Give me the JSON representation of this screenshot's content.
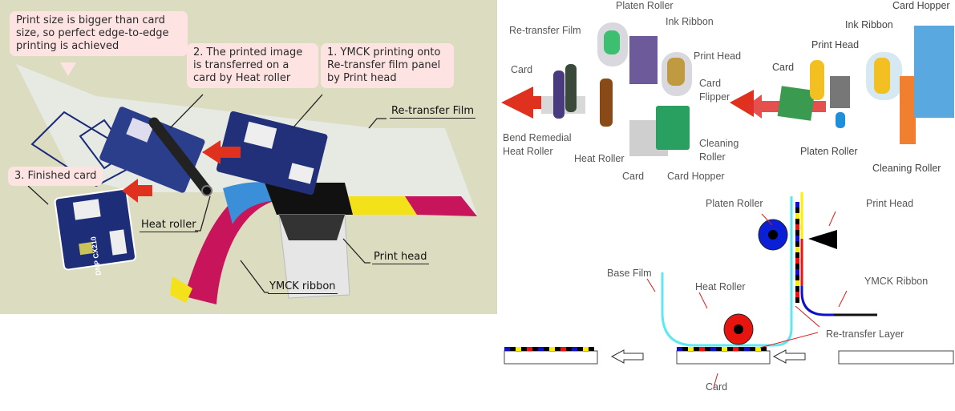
{
  "left_diagram": {
    "callouts": {
      "print_size": "Print size is bigger than card size, so perfect edge-to-edge printing is achieved",
      "step2": "2. The printed image is transferred on a card by Heat roller",
      "step1": "1. YMCK printing onto Re-transfer film panel by Print head",
      "step3": "3. Finished card"
    },
    "labels": {
      "retransfer_film": "Re-transfer Film",
      "heat_roller": "Heat roller",
      "print_head": "Print head",
      "ymck_ribbon": "YMCK ribbon"
    },
    "card_text": "DNP CX210",
    "colors": {
      "background": "#dcdcc0",
      "yellow": "#f3e21a",
      "magenta": "#c8145a",
      "cyan": "#3a8fd8",
      "black": "#111111",
      "arrow": "#e0301e"
    }
  },
  "exploded_left": {
    "labels": {
      "platen_roller": "Platen Roller",
      "ink_ribbon": "Ink Ribbon",
      "retransfer_film": "Re-transfer Film",
      "print_head": "Print Head",
      "card_top": "Card",
      "card_flipper_1": "Card",
      "card_flipper_2": "Flipper",
      "bend_1": "Bend Remedial",
      "bend_2": "Heat Roller",
      "heat_roller": "Heat Roller",
      "cleaning_1": "Cleaning",
      "cleaning_2": "Roller",
      "card_bottom": "Card",
      "card_hopper": "Card Hopper"
    }
  },
  "exploded_right": {
    "labels": {
      "card_hopper": "Card Hopper",
      "ink_ribbon": "Ink Ribbon",
      "print_head": "Print Head",
      "card": "Card",
      "platen_roller": "Platen Roller",
      "cleaning_roller": "Cleaning Roller"
    }
  },
  "schematic": {
    "labels": {
      "platen_roller": "Platen Roller",
      "print_head": "Print Head",
      "base_film": "Base Film",
      "heat_roller": "Heat Roller",
      "ymck_ribbon": "YMCK Ribbon",
      "retransfer_layer": "Re-transfer Layer",
      "card": "Card"
    },
    "colors": {
      "platen": "#0a1fd6",
      "heat": "#e8140e",
      "film": "#5ee8f2",
      "ribbon_yellow": "#ffee00",
      "ribbon_red": "#ee1111",
      "ribbon_blue": "#1010cc",
      "label_arrow": "#e01b1b"
    }
  }
}
